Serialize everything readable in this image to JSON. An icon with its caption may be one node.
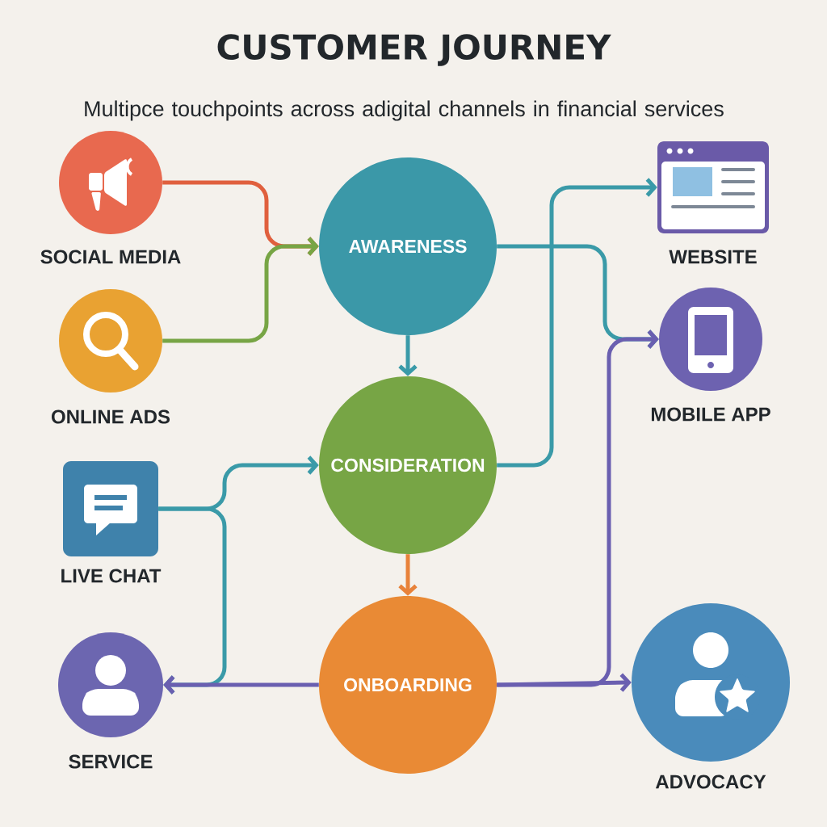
{
  "diagram": {
    "title": "CUSTOMER JOURNEY",
    "nodes": [
      {
        "text": [
          "SOCIAL MEDIA"
        ]
      },
      {
        "text": [
          "ONLINE ADS"
        ]
      },
      {
        "text": [
          "AWARENESS"
        ]
      },
      {
        "text": [
          "WEBSITE"
        ]
      },
      {
        "text": [
          "CONSIDERATION"
        ]
      },
      {
        "text": [
          "MOBILE APP"
        ]
      },
      {
        "text": [
          "LIVE CHAT"
        ]
      },
      {
        "text": [
          "SERVICE"
        ]
      },
      {
        "text": [
          "ONBOARDING"
        ]
      },
      {
        "text": [
          "ADVOCACY"
        ]
      }
    ],
    "edges": [
      {
        "from": 0,
        "to": 2,
        "arrow": "to",
        "color": "#e0603e"
      },
      {
        "from": 1,
        "to": 2,
        "arrow": "to",
        "color": "#77a545"
      },
      {
        "from": 2,
        "to": 4,
        "arrow": "to"
      },
      {
        "from": 4,
        "to": 3,
        "arrow": "to"
      },
      {
        "from": 2,
        "to": 5,
        "arrow": "to"
      },
      {
        "from": 6,
        "to": 4,
        "arrow": "to"
      },
      {
        "from": 6,
        "to": 7,
        "arrow": "to"
      },
      {
        "from": 4,
        "to": 8,
        "arrow": "to",
        "color": "#e8823a"
      },
      {
        "from": 8,
        "to": 7,
        "arrow": "to",
        "color": "#6a5fb0"
      },
      {
        "from": 8,
        "to": 9,
        "arrow": "to",
        "color": "#6a5fb0"
      },
      {
        "from": 8,
        "to": 5,
        "arrow": "to",
        "color": "#6a5fb0"
      }
    ],
    "labels": [
      "Multipce touchpoints across adigital channels in financial services"
    ]
  }
}
